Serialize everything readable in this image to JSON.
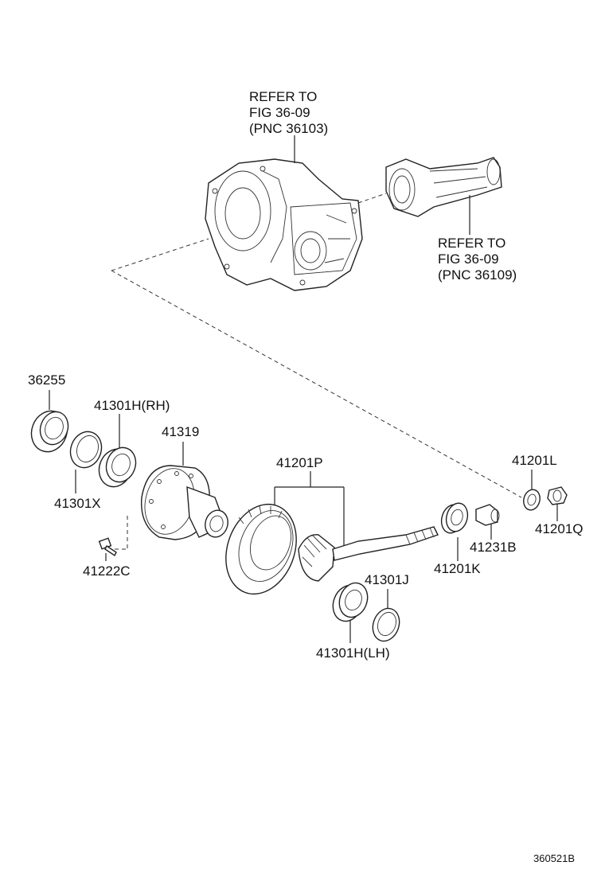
{
  "diagram": {
    "labels": {
      "refer_case": [
        "REFER TO",
        "FIG 36-09",
        "(PNC 36103)"
      ],
      "refer_ext": [
        "REFER TO",
        "FIG 36-09",
        "(PNC 36109)"
      ],
      "p36255": "36255",
      "p41301h_rh": "41301H(RH)",
      "p41319": "41319",
      "p41301x": "41301X",
      "p41222c": "41222C",
      "p41201p": "41201P",
      "p41201l": "41201L",
      "p41201q": "41201Q",
      "p41231b": "41231B",
      "p41201k": "41201K",
      "p41301j": "41301J",
      "p41301h_lh": "41301H(LH)",
      "code": "360521B"
    }
  }
}
